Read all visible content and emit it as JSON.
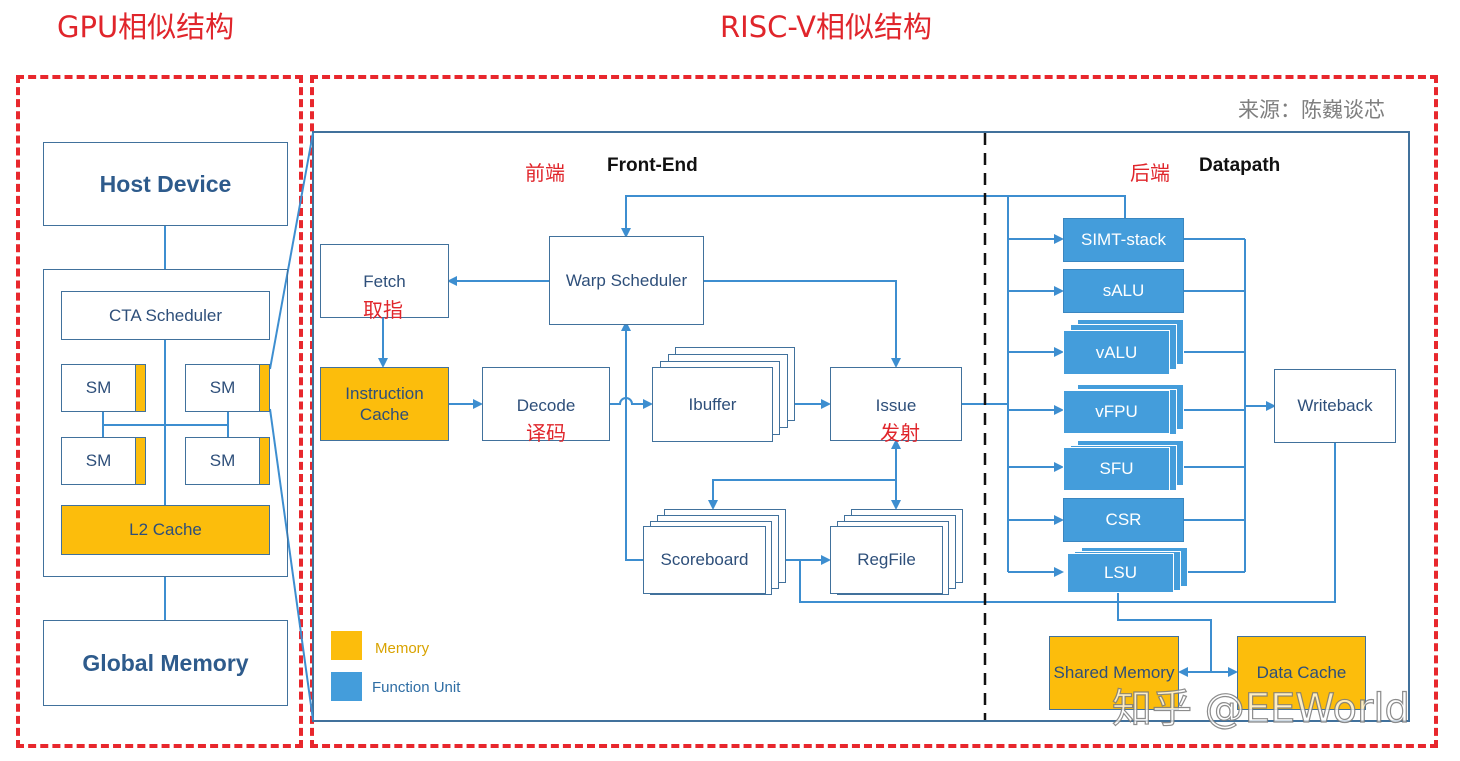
{
  "titles": {
    "gpu": "GPU相似结构",
    "riscv": "RISC-V相似结构",
    "source": "来源：陈巍谈芯"
  },
  "gpu": {
    "host": "Host Device",
    "cta": "CTA Scheduler",
    "sm": [
      "SM",
      "SM",
      "SM",
      "SM"
    ],
    "l2": "L2 Cache",
    "global": "Global Memory"
  },
  "frontend": {
    "cn": "前端",
    "en": "Front-End",
    "fetch": "Fetch",
    "fetch_cn": "取指",
    "icache": "Instruction Cache",
    "warp": "Warp Scheduler",
    "decode": "Decode",
    "decode_cn": "译码",
    "ibuffer": "Ibuffer",
    "issue": "Issue",
    "issue_cn": "发射",
    "scoreboard": "Scoreboard",
    "regfile": "RegFile"
  },
  "backend": {
    "cn": "后端",
    "en": "Datapath",
    "units": [
      "SIMT-stack",
      "sALU",
      "vALU",
      "vFPU",
      "SFU",
      "CSR",
      "LSU"
    ],
    "writeback": "Writeback",
    "shared": "Shared Memory",
    "dcache": "Data Cache"
  },
  "legend": {
    "memory": "Memory",
    "function": "Function Unit",
    "memory_color": "#fcbd0c",
    "function_color": "#449ddb"
  },
  "watermark": "知乎 @EEWorld",
  "colors": {
    "accent_red": "#e8272d",
    "line_blue": "#3d8ed0",
    "memory_yellow": "#fcbd0c",
    "unit_blue": "#449ddb"
  }
}
